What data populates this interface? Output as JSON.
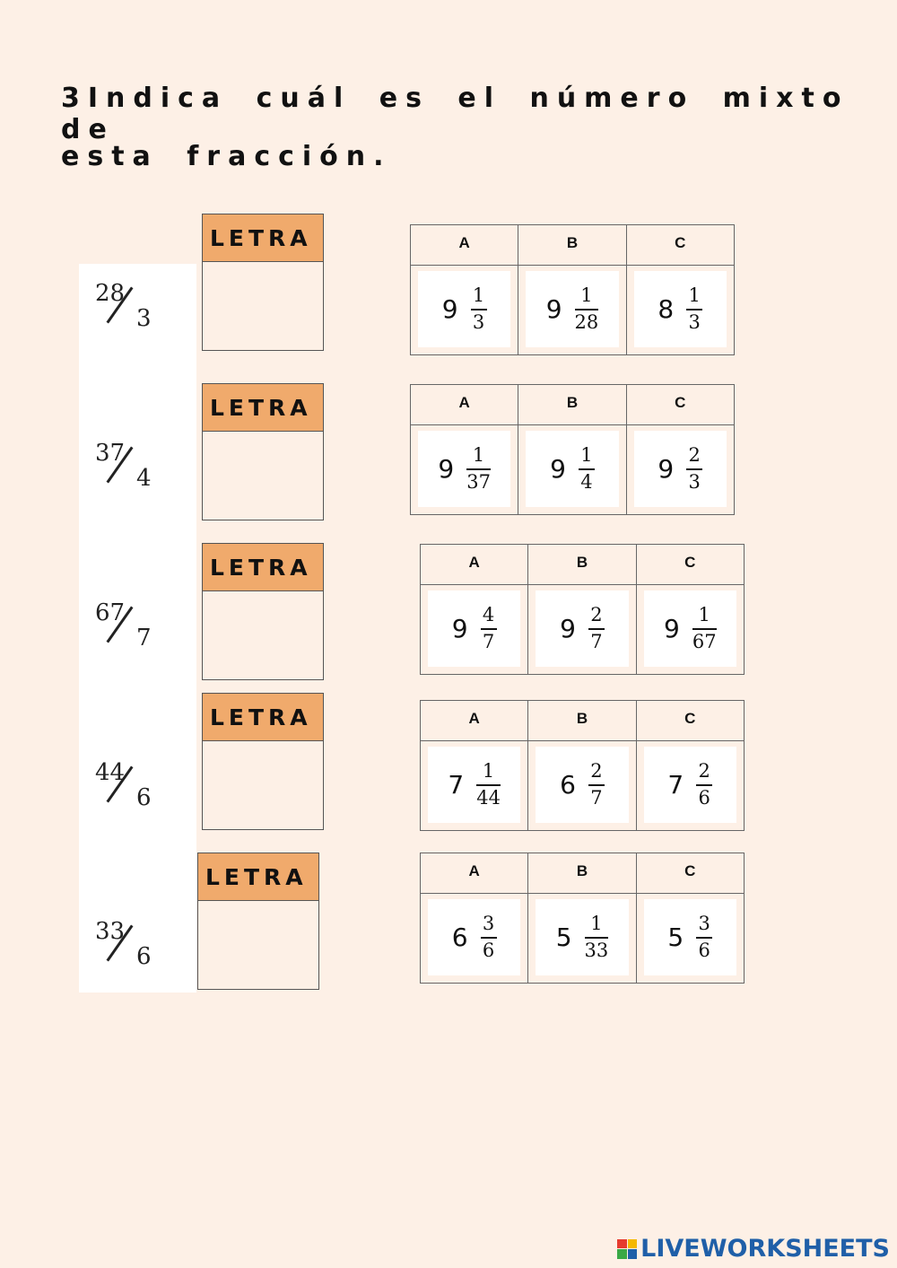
{
  "title": {
    "line1": "3Indica cuál es el número mixto de",
    "line2": "esta fracción."
  },
  "letra_label": "LETRA",
  "option_headers": [
    "A",
    "B",
    "C"
  ],
  "rows": [
    {
      "fraction": {
        "num": "28",
        "den": "3"
      },
      "options": [
        {
          "whole": "9",
          "num": "1",
          "den": "3"
        },
        {
          "whole": "9",
          "num": "1",
          "den": "28"
        },
        {
          "whole": "8",
          "num": "1",
          "den": "3"
        }
      ]
    },
    {
      "fraction": {
        "num": "37",
        "den": "4"
      },
      "options": [
        {
          "whole": "9",
          "num": "1",
          "den": "37"
        },
        {
          "whole": "9",
          "num": "1",
          "den": "4"
        },
        {
          "whole": "9",
          "num": "2",
          "den": "3"
        }
      ]
    },
    {
      "fraction": {
        "num": "67",
        "den": "7"
      },
      "options": [
        {
          "whole": "9",
          "num": "4",
          "den": "7"
        },
        {
          "whole": "9",
          "num": "2",
          "den": "7"
        },
        {
          "whole": "9",
          "num": "1",
          "den": "67"
        }
      ]
    },
    {
      "fraction": {
        "num": "44",
        "den": "6"
      },
      "options": [
        {
          "whole": "7",
          "num": "1",
          "den": "44"
        },
        {
          "whole": "6",
          "num": "2",
          "den": "7"
        },
        {
          "whole": "7",
          "num": "2",
          "den": "6"
        }
      ]
    },
    {
      "fraction": {
        "num": "33",
        "den": "6"
      },
      "options": [
        {
          "whole": "6",
          "num": "3",
          "den": "6"
        },
        {
          "whole": "5",
          "num": "1",
          "den": "33"
        },
        {
          "whole": "5",
          "num": "3",
          "den": "6"
        }
      ]
    }
  ],
  "logo": {
    "text": "LIVEWORKSHEETS",
    "colors": [
      "#e63b2e",
      "#f5b800",
      "#3aa845",
      "#1f5fa8"
    ]
  }
}
